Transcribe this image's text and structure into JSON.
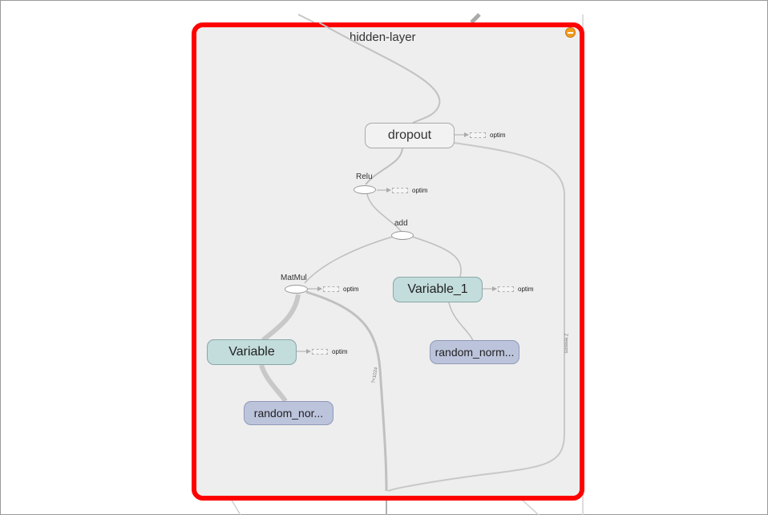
{
  "group": {
    "title": "hidden-layer"
  },
  "nodes": {
    "dropout": "dropout",
    "variable_1": "Variable_1",
    "variable": "Variable",
    "random_norm_1": "random_norm...",
    "random_norm_0": "random_nor..."
  },
  "ops": {
    "relu": "Relu",
    "add": "add",
    "matmul": "MatMul"
  },
  "aux_label": "optim",
  "edge_labels": {
    "right_outer": "2 tensors",
    "bottom_center": "?×1024"
  },
  "colors": {
    "group_border": "#ff0000",
    "group_fill": "#eeeeee",
    "variable_fill": "#c3dcdc",
    "random_fill": "#bcc4dc",
    "collapse": "#f29b1d"
  }
}
